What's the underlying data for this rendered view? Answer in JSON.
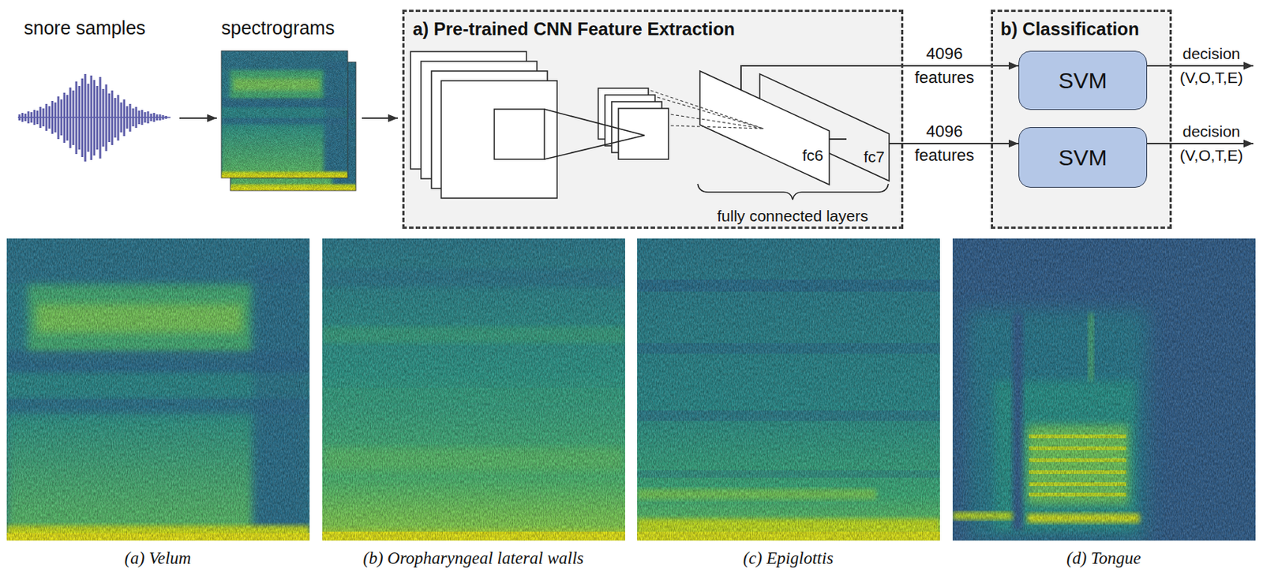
{
  "diagram": {
    "nodes": [
      {
        "text": [
          "snore samples"
        ]
      },
      {
        "text": [
          "spectrograms"
        ]
      },
      {
        "text": [
          "a) Pre-trained CNN Feature Extraction"
        ]
      },
      {
        "text": [
          "fc6"
        ],
        "in": 2
      },
      {
        "text": [
          "fc7"
        ],
        "in": 2
      },
      {
        "text": [
          "b) Classification"
        ]
      },
      {
        "text": [
          "SVM"
        ],
        "in": 5
      },
      {
        "text": [
          "SVM"
        ],
        "in": 5
      }
    ],
    "edges": [
      {
        "from": 0,
        "to": 1,
        "arrow": "to"
      },
      {
        "from": 1,
        "to": 2,
        "arrow": "to"
      },
      {
        "from": 3,
        "to": 4,
        "arrow": "none"
      },
      {
        "from": 3,
        "to": 6,
        "label": "4096 features",
        "arrow": "to"
      },
      {
        "from": 4,
        "to": 7,
        "label": "4096 features",
        "arrow": "to"
      }
    ],
    "labels": [
      "fully connected layers",
      "decision (V,O,T,E)",
      "decision (V,O,T,E)",
      "(a) Velum",
      "(b) Oropharyngeal lateral walls",
      "(c) Epiglottis",
      "(d) Tongue"
    ]
  }
}
